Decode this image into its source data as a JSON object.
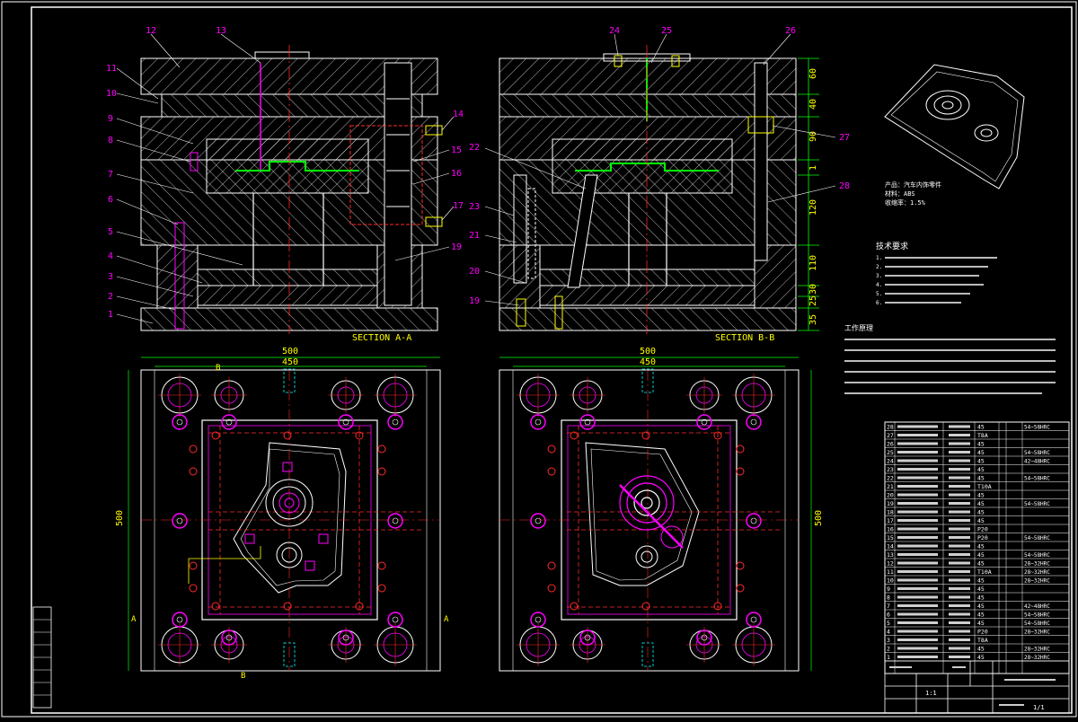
{
  "colors": {
    "background": "#000000",
    "line": "#ffffff",
    "center": "#ff2a2a",
    "cyan": "#00ffff",
    "magenta": "#ff00ff",
    "green": "#00ff00",
    "yellow": "#ffff00"
  },
  "section_labels": {
    "aa": "SECTION  A-A",
    "bb": "SECTION  B-B"
  },
  "callouts_left": [
    "1",
    "2",
    "3",
    "4",
    "5",
    "6",
    "7",
    "8",
    "9",
    "10",
    "11",
    "12",
    "13"
  ],
  "callouts_right_a": [
    "14",
    "15",
    "16",
    "17",
    "19"
  ],
  "callouts_b_top": [
    "24",
    "25",
    "26"
  ],
  "callouts_b_side": [
    "27",
    "28",
    "22",
    "23",
    "21",
    "20",
    "19"
  ],
  "vertical_dims": [
    "60",
    "40",
    "90",
    "1",
    "120",
    "110",
    "30",
    "25",
    "35"
  ],
  "plan_dims": {
    "outer_width": "500",
    "inner_width": "450",
    "height": "500"
  },
  "cut_markers": {
    "a": "A",
    "b": "B"
  },
  "part_name_lines": [
    "产品：汽车内饰零件",
    "材料：ABS",
    "收缩率：1.5%"
  ],
  "tech_title": "技术要求",
  "tech_lines": [
    "1.",
    "2.",
    "3.",
    "4.",
    "5.",
    "6."
  ],
  "work_title": "工作原理",
  "bom_materials": [
    "45",
    "T8A",
    "45",
    "45",
    "45",
    "45",
    "45",
    "T10A",
    "45",
    "45",
    "45",
    "45",
    "P20",
    "P20",
    "45",
    "45",
    "45",
    "T10A",
    "45",
    "45",
    "45",
    "45",
    "45",
    "45",
    "P20",
    "T8A",
    "45",
    "45"
  ],
  "bom_hardness": [
    "54~58HRC",
    "",
    "",
    "54~58HRC",
    "42~48HRC",
    "",
    "54~58HRC",
    "",
    "",
    "54~58HRC",
    "",
    "",
    "",
    "54~58HRC",
    "",
    "54~58HRC",
    "28~32HRC",
    "28~32HRC",
    "28~32HRC",
    "",
    "",
    "42~48HRC",
    "54~58HRC",
    "54~58HRC",
    "28~32HRC",
    "",
    "28~32HRC",
    "28~32HRC"
  ],
  "title_block": {
    "scale": "1:1",
    "sheet": "1/1"
  }
}
